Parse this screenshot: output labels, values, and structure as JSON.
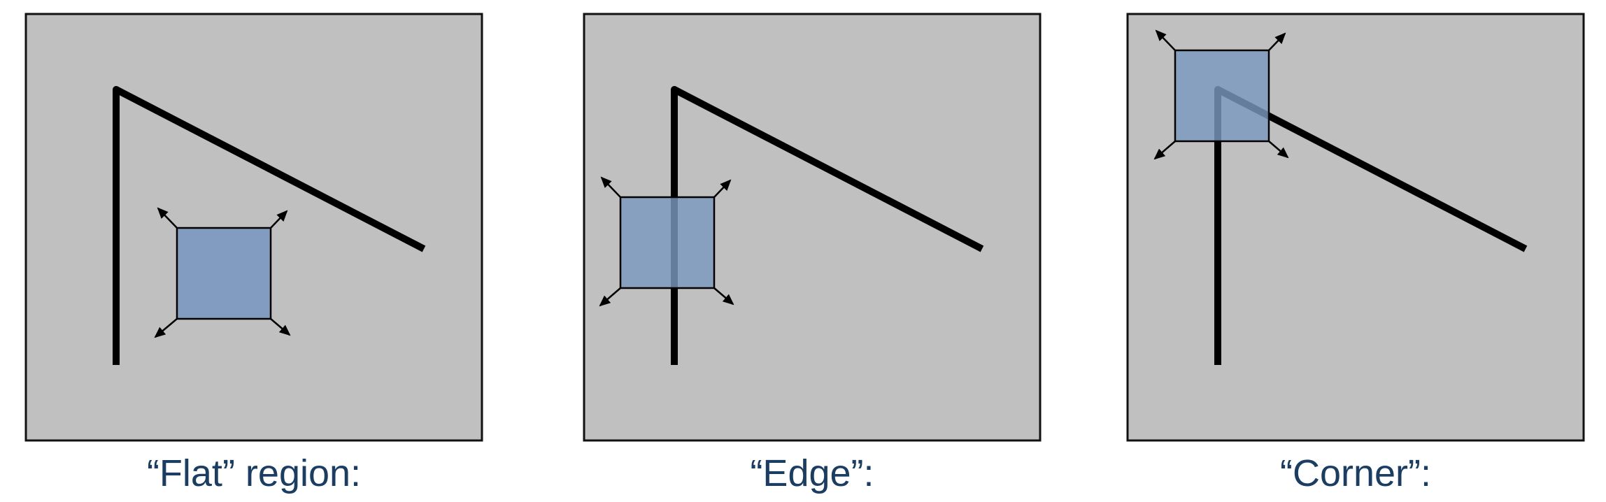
{
  "panels": [
    {
      "id": "flat",
      "caption": "“Flat” region:"
    },
    {
      "id": "edge",
      "caption": "“Edge”:"
    },
    {
      "id": "corner",
      "caption": "“Corner”:"
    }
  ],
  "colors": {
    "panel_fill": "#c0c0c0",
    "panel_border": "#111111",
    "window_fill": "#7a98c0",
    "line": "#000000",
    "caption": "#1a3d64"
  }
}
